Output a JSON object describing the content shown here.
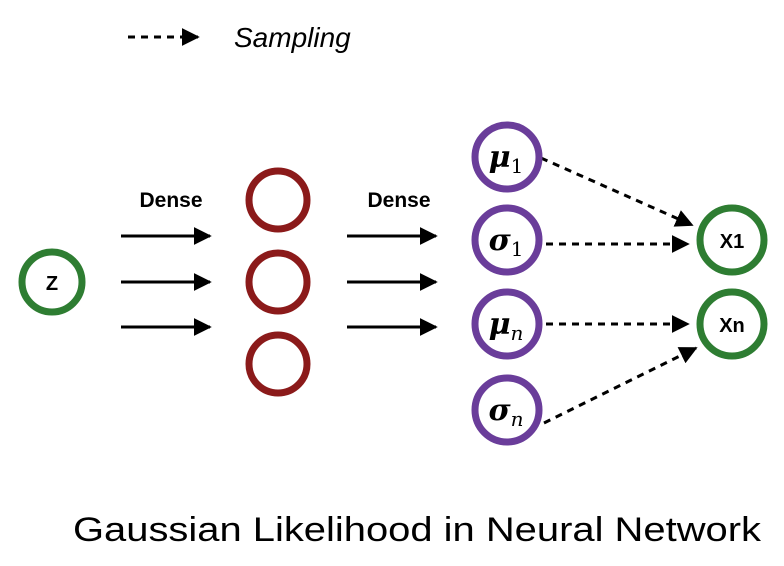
{
  "legend": {
    "label": "Sampling"
  },
  "layers": {
    "dense_label_1": "Dense",
    "dense_label_2": "Dense"
  },
  "nodes": {
    "z": "Z",
    "mu1": {
      "symbol": "μ",
      "sub": "1"
    },
    "sigma1": {
      "symbol": "σ",
      "sub": "1"
    },
    "mun": {
      "symbol": "μ",
      "sub": "n"
    },
    "sigman": {
      "symbol": "σ",
      "sub": "n"
    },
    "x1": "X1",
    "xn": "Xn"
  },
  "caption": "Gaussian Likelihood in Neural Network",
  "colors": {
    "input_node": "#2e7d32",
    "hidden_node": "#8b1a1a",
    "param_node": "#6a3d9a",
    "output_node": "#2e7d32",
    "arrow": "#000000"
  }
}
